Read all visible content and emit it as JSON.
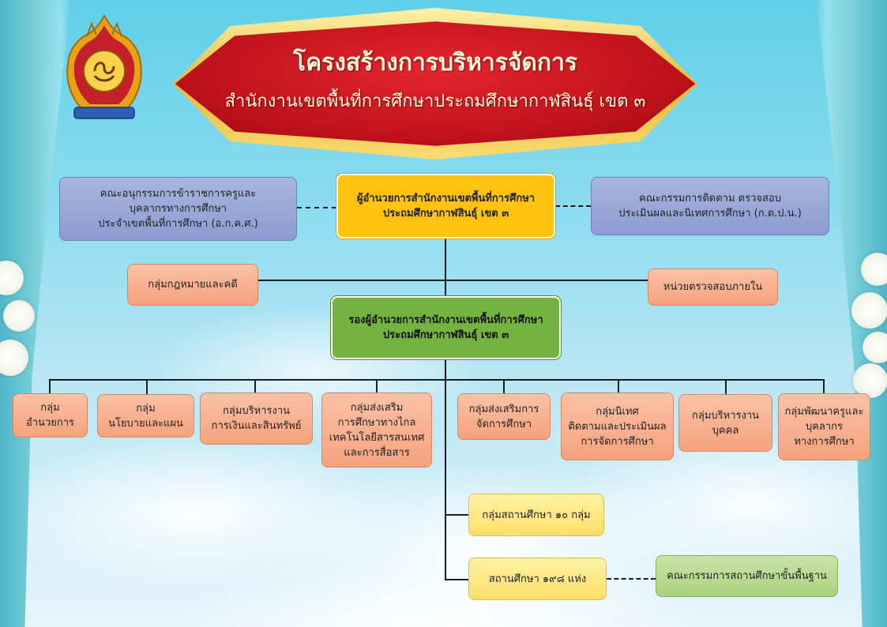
{
  "header": {
    "title": "โครงสร้างการบริหารจัดการ",
    "subtitle": "สำนักงานเขตพื้นที่การศึกษาประถมศึกษากาฬสินธุ์ เขต ๓"
  },
  "nodes": {
    "director": [
      "ผู้อำนวยการสำนักงานเขตพื้นที่การศึกษา",
      "ประถมศึกษากาฬสินธุ์ เขต ๓"
    ],
    "committee_left": [
      "คณะอนุกรรมการข้าราชการครูและ",
      "บุคลากรทางการศึกษา",
      "ประจำเขตพื้นที่การศึกษา (อ.ก.ค.ศ.)"
    ],
    "committee_right": [
      "คณะกรรมการติดตาม ตรวจสอบ",
      "ประเมินผลและนิเทศการศึกษา (ก.ต.ป.น.)"
    ],
    "legal": [
      "กลุ่มกฎหมายและคดี"
    ],
    "audit": [
      "หน่วยตรวจสอบภายใน"
    ],
    "deputy": [
      "รองผู้อำนวยการสำนักงานเขตพื้นที่การศึกษา",
      "ประถมศึกษากาฬสินธุ์ เขต ๓"
    ],
    "groups": [
      [
        "กลุ่ม",
        "อำนวยการ"
      ],
      [
        "กลุ่ม",
        "นโยบายและแผน"
      ],
      [
        "กลุ่มบริหารงาน",
        "การเงินและสินทรัพย์"
      ],
      [
        "กลุ่มส่งเสริม",
        "การศึกษาทางไกล",
        "เทคโนโลยีสารสนเทศ",
        "และการสื่อสาร"
      ],
      [
        "กลุ่มส่งเสริมการ",
        "จัดการศึกษา"
      ],
      [
        "กลุ่มนิเทศ",
        "ติดตามและประเมินผล",
        "การจัดการศึกษา"
      ],
      [
        "กลุ่มบริหารงาน",
        "บุคคล"
      ],
      [
        "กลุ่มพัฒนาครูและ",
        "บุคลากร",
        "ทางการศึกษา"
      ]
    ],
    "school_groups": [
      "กลุ่มสถานศึกษา ๑๐ กลุ่ม"
    ],
    "schools": [
      "สถานศึกษา ๑๙๘ แห่ง"
    ],
    "school_board": [
      "คณะกรรมการสถานศึกษาขั้นพื้นฐาน"
    ]
  },
  "colors": {
    "banner_red": "#c1121b",
    "banner_gold": "#e7b93a",
    "director_fill": "#ffc20f",
    "deputy_fill": "#74b340",
    "committee_fill": "#8c9bd2",
    "group_fill": "#f5a27d"
  },
  "icons": {
    "emblem": "obec-emblem-icon",
    "flowers": "white-flower-icon"
  }
}
